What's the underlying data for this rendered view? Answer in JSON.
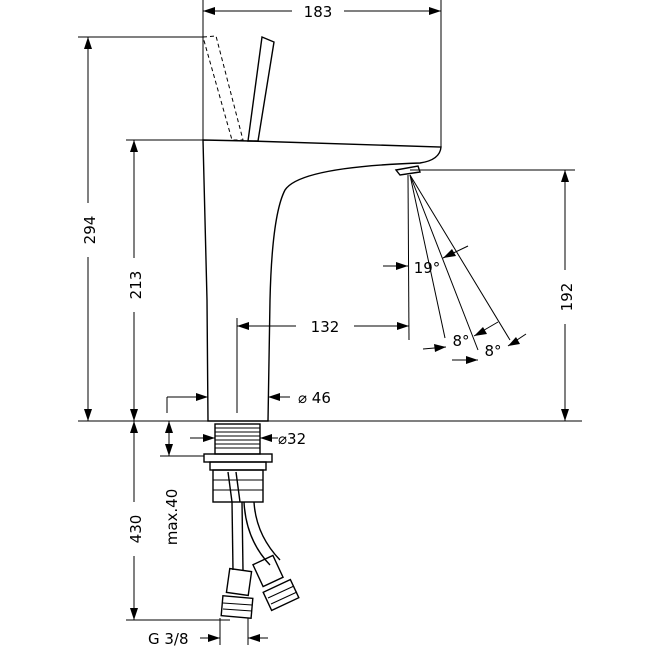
{
  "dimensions": {
    "width_top": "183",
    "height_total": "294",
    "height_body": "213",
    "spout_height": "192",
    "reach": "132",
    "angle_main": "19°",
    "angle_a": "8°",
    "angle_b": "8°",
    "diameter_body": "⌀ 46",
    "diameter_thread": "⌀32",
    "depth_below": "430",
    "max_mount": "max.40",
    "connection": "G 3/8"
  }
}
